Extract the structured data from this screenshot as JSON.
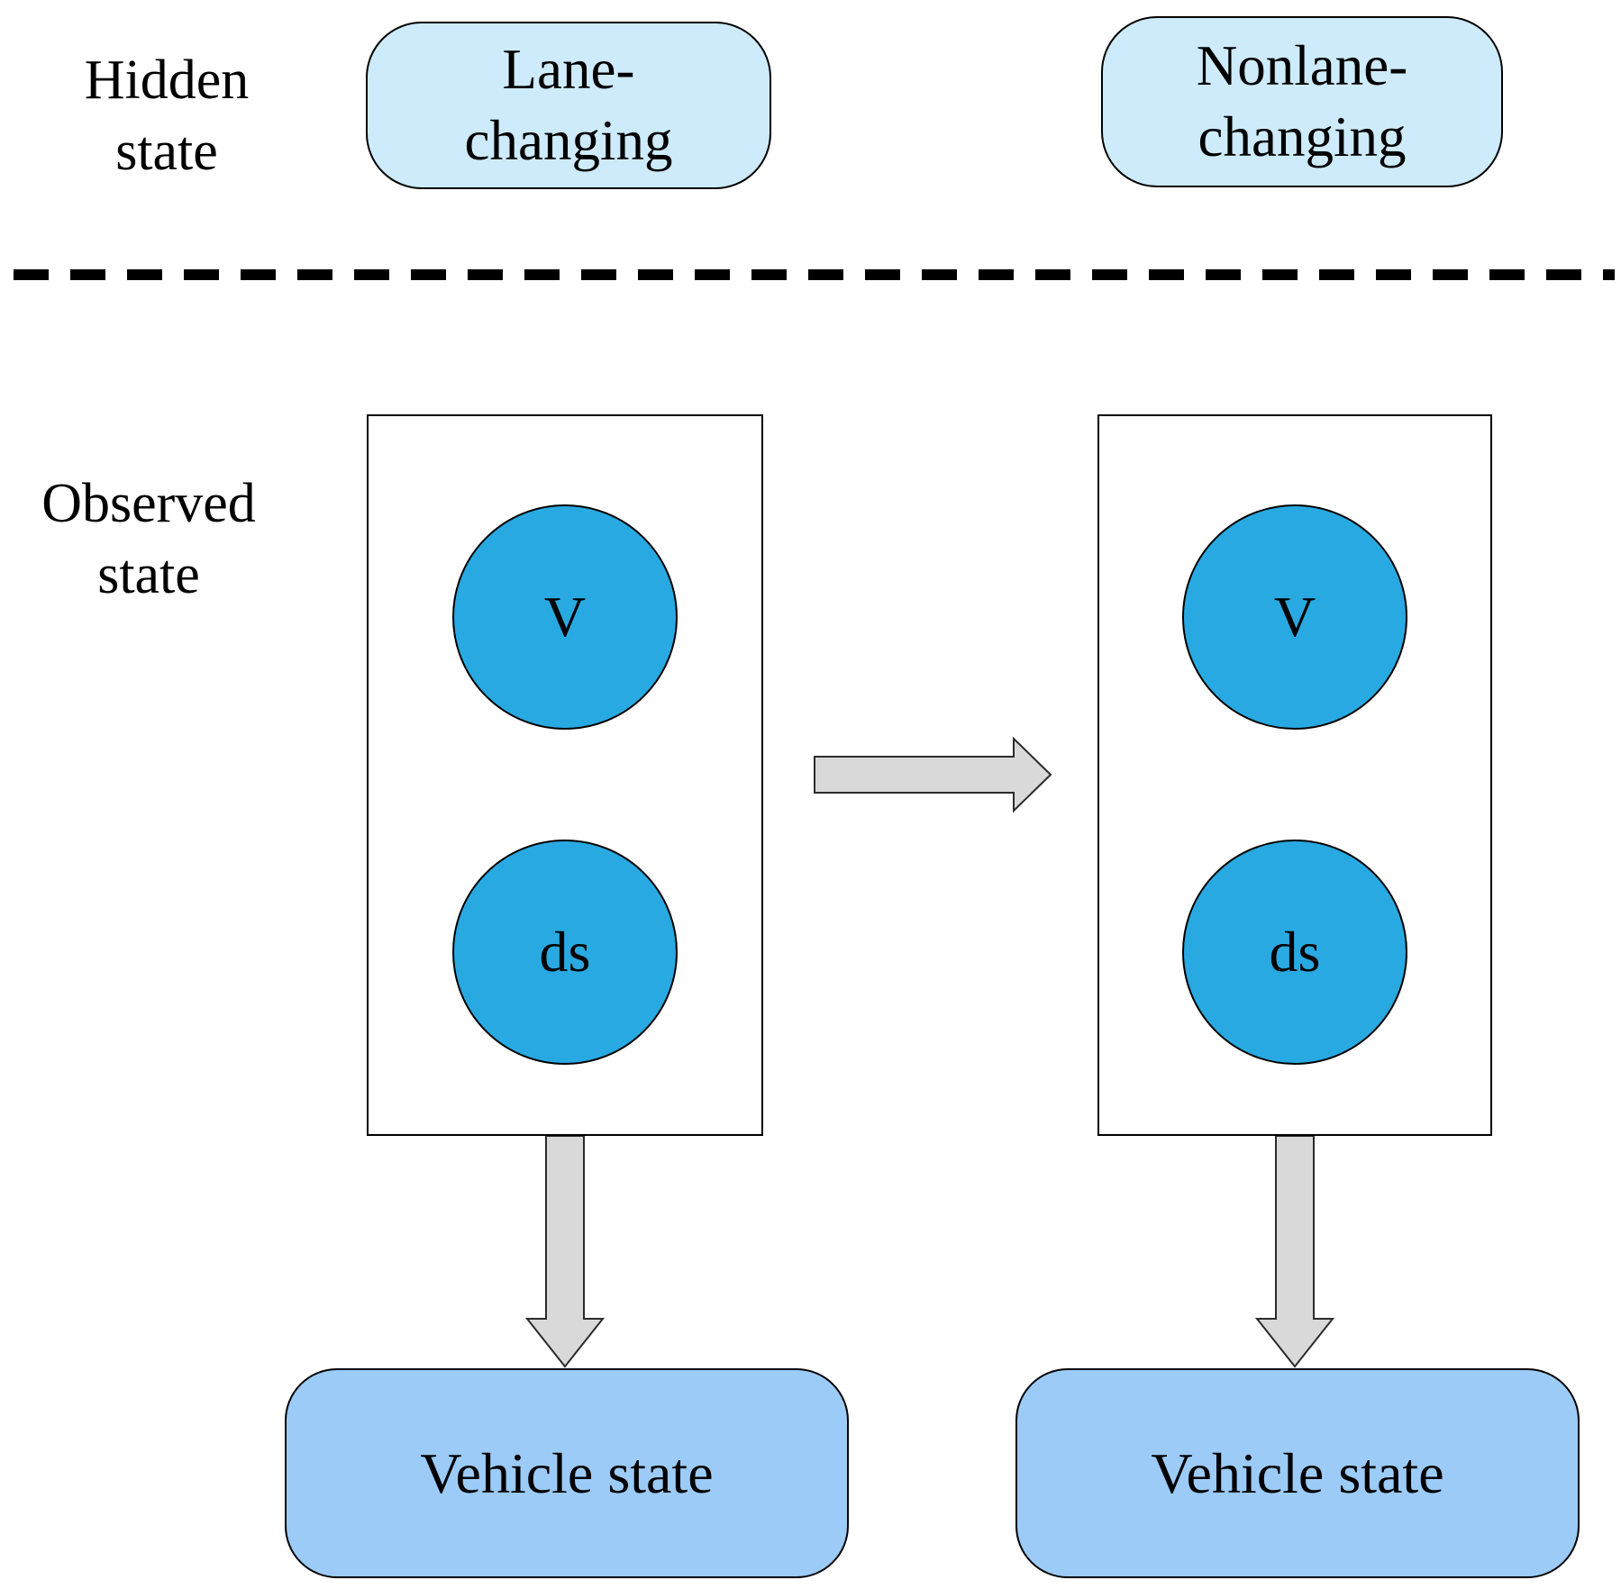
{
  "labels": {
    "hidden_state": "Hidden state",
    "observed_state": "Observed state"
  },
  "hidden_states": [
    {
      "label": "Lane-changing"
    },
    {
      "label": "Nonlane-changing"
    }
  ],
  "observed_groups": [
    {
      "nodes": [
        {
          "label": "V"
        },
        {
          "label": "ds"
        }
      ],
      "output_label": "Vehicle state"
    },
    {
      "nodes": [
        {
          "label": "V"
        },
        {
          "label": "ds"
        }
      ],
      "output_label": "Vehicle state"
    }
  ],
  "icons": {
    "transition_arrow": "right-arrow-icon",
    "emission_arrow": "down-arrow-icon",
    "divider": "dashed-line"
  },
  "colors": {
    "hidden_state_fill": "#cdebfb",
    "vehicle_state_fill": "#9ccbf7",
    "node_circle_fill": "#29a9e1",
    "arrow_fill": "#d9d9d9",
    "outline": "#000000",
    "background": "#ffffff"
  }
}
